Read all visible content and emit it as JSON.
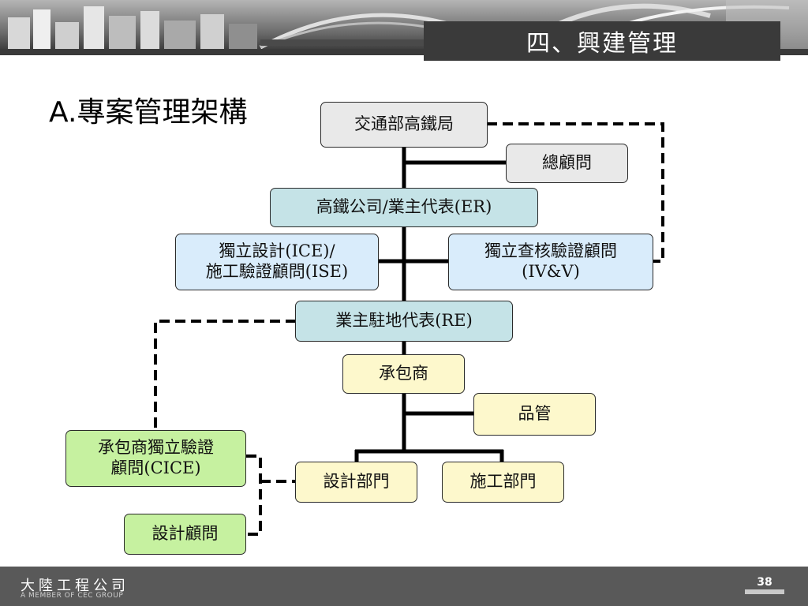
{
  "header": {
    "section_title": "四、興建管理"
  },
  "slide": {
    "heading": "A.專案管理架構"
  },
  "org_chart": {
    "nodes": {
      "thsrb": "交通部高鐵局",
      "general_consultant": "總顧問",
      "thsrc_er": "高鐵公司/業主代表(ER)",
      "ice_ise_line1": "獨立設計(ICE)/",
      "ice_ise_line2": "施工驗證顧問(ISE)",
      "ivv_line1": "獨立查核驗證顧問",
      "ivv_line2": "(IV&V)",
      "re": "業主駐地代表(RE)",
      "contractor": "承包商",
      "qc": "品管",
      "cice_line1": "承包商獨立驗證",
      "cice_line2": "顧問(CICE)",
      "design_dept": "設計部門",
      "construction_dept": "施工部門",
      "design_consultant": "設計顧問"
    },
    "colors": {
      "gray": "#e9e9e9",
      "teal": "#c5e3e7",
      "blue": "#d9ecfb",
      "yellow": "#fdf8cc",
      "green": "#c6f1a0",
      "line": "#000000"
    }
  },
  "footer": {
    "company": "大陸工程公司",
    "company_sub": "A MEMBER OF CEC GROUP",
    "page_number": "38"
  }
}
